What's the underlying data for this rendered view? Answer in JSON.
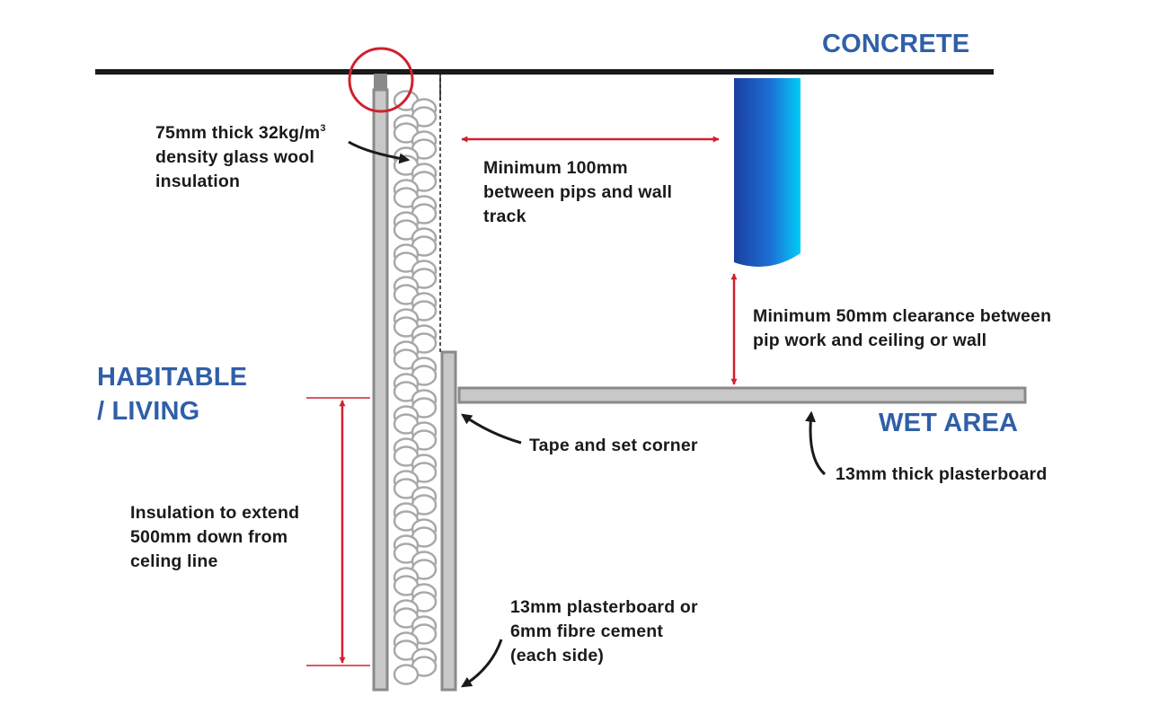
{
  "zones": {
    "concrete": "CONCRETE",
    "habitable": [
      "HABITABLE",
      "/ LIVING"
    ],
    "wet_area": "WET AREA"
  },
  "notes": {
    "insulation_thickness": {
      "line1": "75mm thick 32kg/m",
      "line1_sup": "3",
      "line2": "density glass wool",
      "line3": "insulation"
    },
    "min_100": [
      "Minimum 100mm",
      "between pips and wall",
      "track"
    ],
    "min_50": [
      "Minimum 50mm clearance between",
      "pip work and ceiling or wall"
    ],
    "tape_set": "Tape and set corner",
    "plasterboard_13": "13mm thick plasterboard",
    "insulation_extend": [
      "Insulation to extend",
      "500mm down from",
      "celing line"
    ],
    "plasterboard_or_cement": [
      "13mm plasterboard or",
      "6mm fibre cement",
      "(each side)"
    ]
  },
  "colors": {
    "zone_text": "#2f5fa8",
    "dimension_arrow": "#d0202e",
    "highlight_circle": "#d0202e",
    "pointer_arrow": "#1a1a1a",
    "board_fill": "#c8c8c8",
    "board_stroke": "#8a8a8a",
    "insulation": "#a8a8a8",
    "pipe_dark": "#1f4fb0",
    "pipe_light": "#00c8f5"
  }
}
